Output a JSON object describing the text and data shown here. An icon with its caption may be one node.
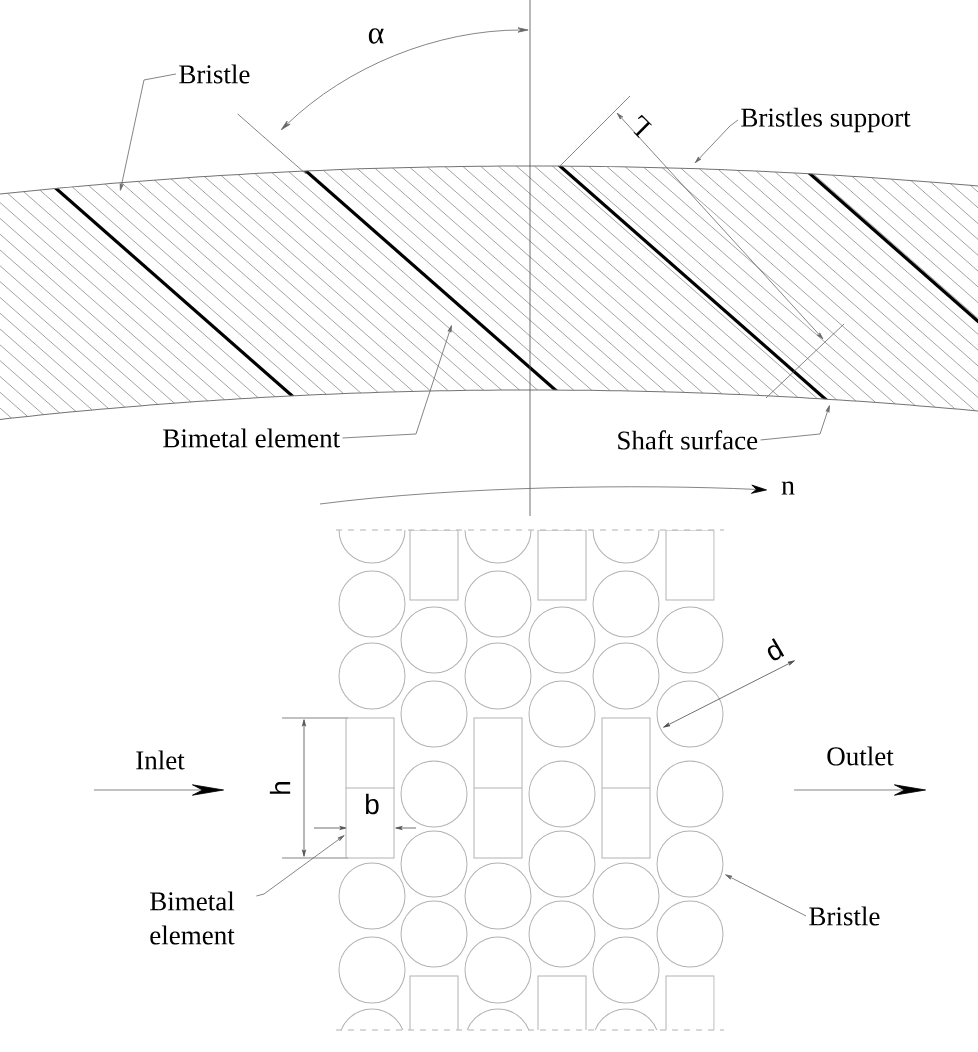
{
  "diagram": {
    "nodes": [
      {
        "text": [
          "Bristle"
        ]
      },
      {
        "text": [
          "Bristles support"
        ]
      },
      {
        "text": [
          "Bimetal element"
        ]
      },
      {
        "text": [
          "Shaft surface"
        ]
      },
      {
        "text": [
          "Bimetal element"
        ]
      },
      {
        "text": [
          "Bristle"
        ]
      },
      {
        "text": [],
        "shape": "box"
      }
    ],
    "edges": [
      {
        "from": 0,
        "to": null,
        "arrow": "to"
      },
      {
        "from": 1,
        "to": null,
        "arrow": "to"
      },
      {
        "from": 2,
        "to": null,
        "arrow": "to"
      },
      {
        "from": 3,
        "to": null,
        "arrow": "to"
      },
      {
        "from": 4,
        "to": 6,
        "arrow": "to"
      },
      {
        "from": 5,
        "to": null,
        "arrow": "to"
      }
    ],
    "labels": [
      "α",
      "L",
      "n",
      "d",
      "Inlet",
      "Outlet",
      "h",
      "b"
    ]
  }
}
